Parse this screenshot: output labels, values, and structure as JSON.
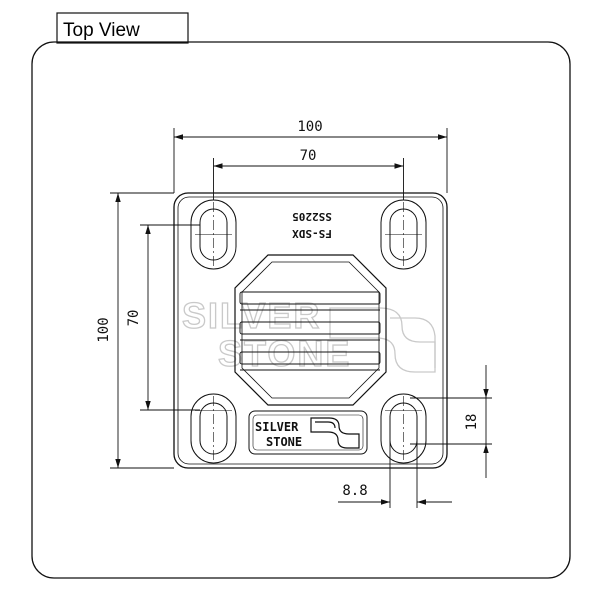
{
  "view": {
    "title": "Top View"
  },
  "part": {
    "model": "FS-SDX",
    "code": "SS2205",
    "brand_line1": "SILVER",
    "brand_line2": "STONE"
  },
  "dimensions": {
    "overall_width": "100",
    "hole_spacing_x": "70",
    "overall_height": "100",
    "hole_spacing_y": "70",
    "slot_length": "18",
    "slot_width": "8.8"
  },
  "colors": {
    "line": "#111111",
    "watermark": "#c9c9c9"
  }
}
